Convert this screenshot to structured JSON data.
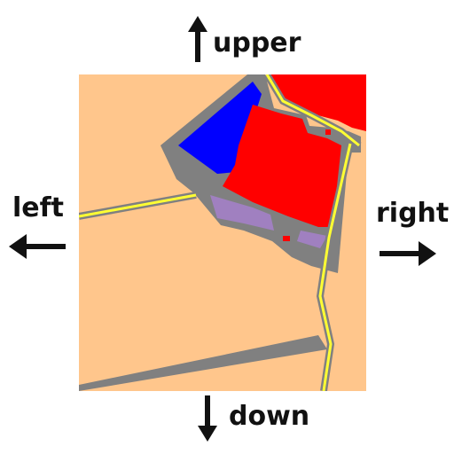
{
  "navigation": {
    "up_label": "upper",
    "down_label": "down",
    "left_label": "left",
    "right_label": "right"
  },
  "map": {
    "colors": {
      "background": "#ffc68c",
      "road": "#808080",
      "track": "#ffff33",
      "red_area": "#ff0000",
      "blue_area": "#0000ff",
      "purple_area": "#a080c0"
    }
  },
  "icons": {
    "up": "arrow-up-icon",
    "down": "arrow-down-icon",
    "left": "arrow-left-icon",
    "right": "arrow-right-icon"
  }
}
